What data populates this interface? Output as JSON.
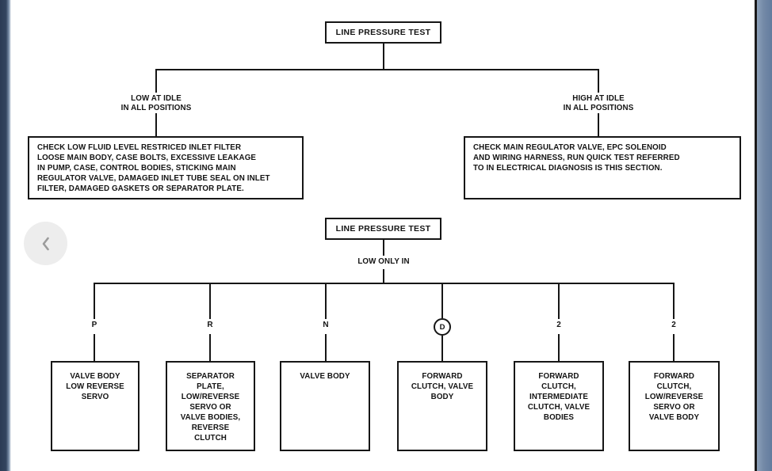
{
  "colors": {
    "ink": "#161616",
    "left_strip_dark": "#2b3c55",
    "left_strip_light": "#8095af",
    "right_strip": "#7389a7",
    "page_edge_line": "#1a1a1a",
    "nav_button_bg": "#ededed",
    "nav_chevron": "#9b9b9b"
  },
  "viewer": {
    "prev_button_icon": "chevron-left"
  },
  "flowchart": {
    "root_box": {
      "label": "LINE PRESSURE TEST"
    },
    "branch_low": {
      "condition": "LOW AT IDLE\nIN ALL POSITIONS",
      "action": "CHECK LOW FLUID LEVEL RESTRICED INLET FILTER\nLOOSE MAIN BODY, CASE BOLTS, EXCESSIVE LEAKAGE\nIN PUMP, CASE, CONTROL BODIES, STICKING MAIN\nREGULATOR VALVE, DAMAGED INLET TUBE SEAL ON INLET\nFILTER, DAMAGED GASKETS OR SEPARATOR PLATE."
    },
    "branch_high": {
      "condition": "HIGH AT IDLE\nIN ALL POSITIONS",
      "action": "CHECK MAIN REGULATOR VALVE, EPC SOLENOID\nAND WIRING HARNESS, RUN QUICK TEST REFERRED\nTO IN ELECTRICAL DIAGNOSIS IS THIS SECTION."
    },
    "second_test_box": {
      "label": "LINE PRESSURE TEST"
    },
    "second_condition": "LOW ONLY IN",
    "gear_branches": [
      {
        "gear": "P",
        "circled": false,
        "cause": "VALVE BODY\nLOW REVERSE\nSERVO"
      },
      {
        "gear": "R",
        "circled": false,
        "cause": "SEPARATOR\nPLATE,\nLOW/REVERSE\nSERVO OR\nVALVE BODIES,\nREVERSE\nCLUTCH"
      },
      {
        "gear": "N",
        "circled": false,
        "cause": "VALVE BODY"
      },
      {
        "gear": "D",
        "circled": true,
        "cause": "FORWARD\nCLUTCH, VALVE\nBODY"
      },
      {
        "gear": "2",
        "circled": false,
        "cause": "FORWARD\nCLUTCH,\nINTERMEDIATE\nCLUTCH, VALVE\nBODIES"
      },
      {
        "gear": "2",
        "circled": false,
        "cause": "FORWARD\nCLUTCH,\nLOW/REVERSE\nSERVO OR\nVALVE BODY"
      }
    ]
  }
}
